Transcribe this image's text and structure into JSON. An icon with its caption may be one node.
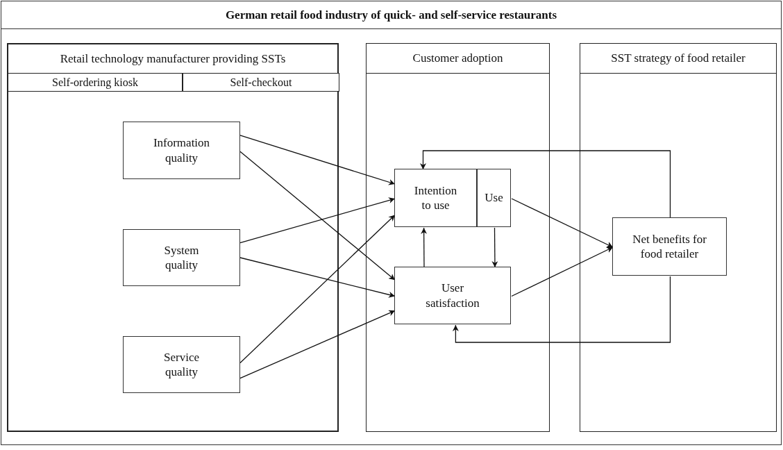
{
  "diagram": {
    "nodes": [
      {
        "text": [
          "German retail food industry of quick- and self-service restaurants"
        ]
      },
      {
        "text": [
          "Retail technology manufacturer providing SSTs"
        ],
        "in": 0
      },
      {
        "text": [
          "Self-ordering kiosk"
        ],
        "in": 1
      },
      {
        "text": [
          "Self-checkout"
        ],
        "in": 1
      },
      {
        "text": [
          "Customer adoption"
        ],
        "in": 0
      },
      {
        "text": [
          "SST strategy of food retailer"
        ],
        "in": 0
      },
      {
        "text": [
          "Information quality"
        ],
        "in": 1
      },
      {
        "text": [
          "System quality"
        ],
        "in": 1
      },
      {
        "text": [
          "Service quality"
        ],
        "in": 1
      },
      {
        "text": [
          "Intention to use"
        ],
        "in": 4
      },
      {
        "text": [
          "Use"
        ],
        "in": 4
      },
      {
        "text": [
          "User satisfaction"
        ],
        "in": 4
      },
      {
        "text": [
          "Net benefits for food retailer"
        ],
        "in": 5
      }
    ],
    "edges": [
      {
        "from": 6,
        "to": 9,
        "arrow": "to"
      },
      {
        "from": 6,
        "to": 11,
        "arrow": "to"
      },
      {
        "from": 7,
        "to": 9,
        "arrow": "to"
      },
      {
        "from": 7,
        "to": 11,
        "arrow": "to"
      },
      {
        "from": 8,
        "to": 9,
        "arrow": "to"
      },
      {
        "from": 8,
        "to": 11,
        "arrow": "to"
      },
      {
        "from": 11,
        "to": 9,
        "arrow": "to"
      },
      {
        "from": 10,
        "to": 11,
        "arrow": "to"
      },
      {
        "from": 10,
        "to": 12,
        "arrow": "to"
      },
      {
        "from": 11,
        "to": 12,
        "arrow": "to"
      },
      {
        "from": 12,
        "to": 9,
        "arrow": "to"
      },
      {
        "from": 12,
        "to": 11,
        "arrow": "to"
      }
    ]
  }
}
